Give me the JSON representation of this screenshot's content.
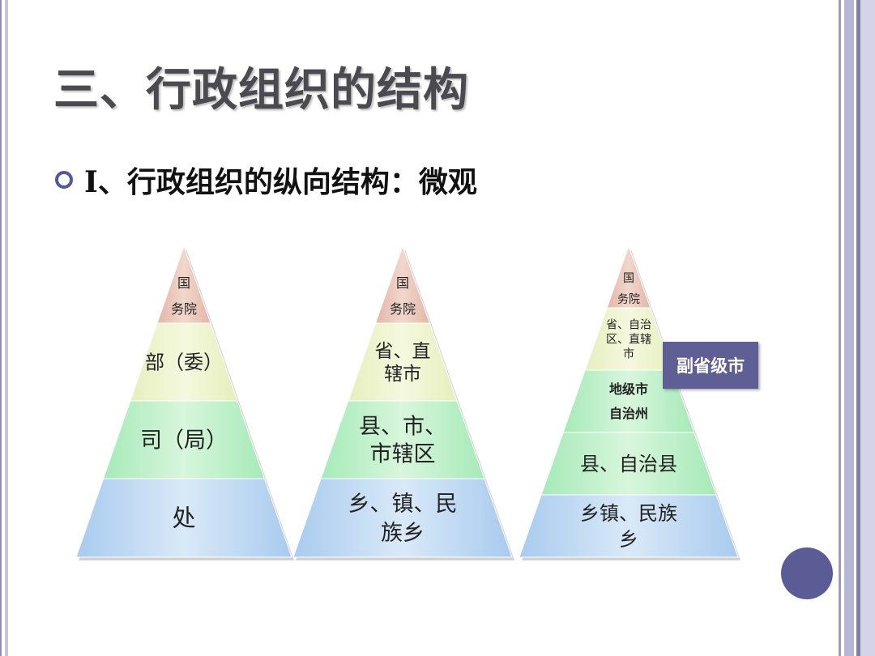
{
  "slide": {
    "title": "三、行政组织的结构",
    "bullet": "I、行政组织的纵向结构：微观"
  },
  "pyramids": [
    {
      "tiers": [
        {
          "lines": [
            "国",
            "务院"
          ]
        },
        {
          "lines": [
            "部（委）"
          ]
        },
        {
          "lines": [
            "司（局）"
          ]
        },
        {
          "lines": [
            "处"
          ]
        }
      ]
    },
    {
      "tiers": [
        {
          "lines": [
            "国",
            "务院"
          ]
        },
        {
          "lines": [
            "省、直",
            "辖市"
          ]
        },
        {
          "lines": [
            "县、市、",
            "市辖区"
          ]
        },
        {
          "lines": [
            "乡、镇、民",
            "族乡"
          ]
        }
      ]
    },
    {
      "tiers": [
        {
          "lines": [
            "国",
            "务院"
          ]
        },
        {
          "lines": [
            "省、自治",
            "区、直辖",
            "市"
          ]
        },
        {
          "lines": [
            "地级市",
            "自治州"
          ]
        },
        {
          "lines": [
            "县、自治县"
          ]
        },
        {
          "lines": [
            "乡镇、民族",
            "乡"
          ]
        }
      ]
    }
  ],
  "badge": {
    "label": "副省级市"
  },
  "colors": {
    "accent": "#5b5b95",
    "tier_top": "#e2b6a8",
    "tier_yellow": "#e6efbd",
    "tier_green": "#a6eab8",
    "tier_blue": "#a9cbee"
  }
}
